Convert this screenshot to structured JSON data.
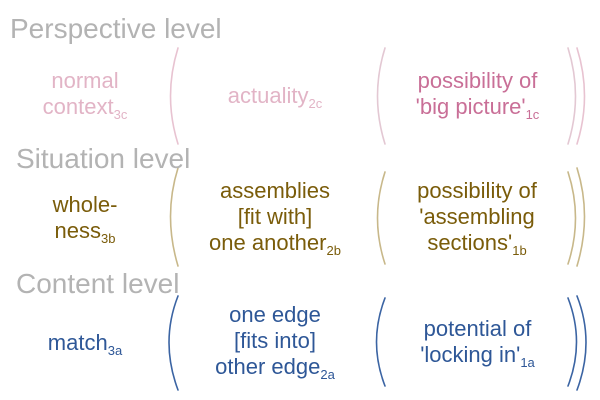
{
  "levels": {
    "perspective": {
      "title": "Perspective level",
      "term3": {
        "lines": [
          "normal"
        ],
        "last": "context",
        "sub": "3c"
      },
      "term2": {
        "lines": [],
        "last": "actuality",
        "sub": "2c"
      },
      "term1": {
        "lines": [
          "possibility of"
        ],
        "last": "'big picture'",
        "sub": "1c"
      },
      "colors": {
        "pale": "#e2b4c6",
        "strong": "#c96f97",
        "bracket_outer": "#e8c3d1",
        "bracket_inner": "#e3c8d3"
      }
    },
    "situation": {
      "title": "Situation level",
      "term3": {
        "lines": [
          "whole-"
        ],
        "last": "ness",
        "sub": "3b"
      },
      "term2": {
        "lines": [
          "assemblies",
          "[fit with]"
        ],
        "last": "one another",
        "sub": "2b"
      },
      "term1": {
        "lines": [
          "possibility of",
          "'assembling"
        ],
        "last": "sections'",
        "sub": "1b"
      },
      "colors": {
        "text": "#7a5c0a",
        "bracket": "#c8b88a"
      }
    },
    "content": {
      "title": "Content level",
      "term3": {
        "lines": [],
        "last": "match",
        "sub": "3a"
      },
      "term2": {
        "lines": [
          "one edge",
          "[fits into]"
        ],
        "last": "other edge",
        "sub": "2a"
      },
      "term1": {
        "lines": [
          "potential of"
        ],
        "last": "'locking in'",
        "sub": "1a"
      },
      "colors": {
        "text": "#2e5797",
        "bracket": "#3b64a3"
      }
    }
  }
}
